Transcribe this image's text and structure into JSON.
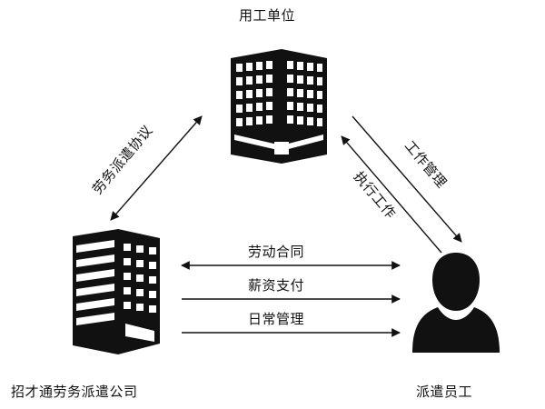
{
  "nodes": {
    "employer": "用工单位",
    "agency": "招才通劳务派遣公司",
    "employee": "派遣员工"
  },
  "edges": {
    "agency_employer": "劳务派遣协议",
    "employer_employee_manage": "工作管理",
    "employee_employer_execute": "执行工作",
    "labor_contract": "劳动合同",
    "salary_payment": "薪资支付",
    "daily_management": "日常管理"
  }
}
